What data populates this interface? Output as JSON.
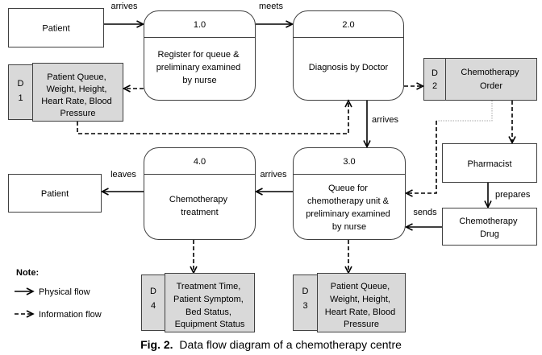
{
  "external_entities": {
    "patient_arrival": {
      "label": "Patient"
    },
    "patient_departure": {
      "label": "Patient"
    },
    "pharmacist": {
      "label": "Pharmacist"
    },
    "chemotherapy_drug": {
      "lines": [
        "Chemotherapy",
        "Drug"
      ]
    }
  },
  "processes": {
    "p1": {
      "id": "1.0",
      "lines": [
        "Register for queue &",
        "preliminary examined",
        "by nurse"
      ]
    },
    "p2": {
      "id": "2.0",
      "lines": [
        "Diagnosis by Doctor"
      ]
    },
    "p3": {
      "id": "3.0",
      "lines": [
        "Queue for",
        "chemotherapy unit &",
        "preliminary examined",
        "by nurse"
      ]
    },
    "p4": {
      "id": "4.0",
      "lines": [
        "Chemotherapy",
        "treatment"
      ]
    }
  },
  "data_stores": {
    "d1": {
      "letter": "D",
      "number": "1",
      "lines": [
        "Patient Queue,",
        "Weight, Height,",
        "Heart Rate, Blood",
        "Pressure"
      ]
    },
    "d2": {
      "letter": "D",
      "number": "2",
      "lines": [
        "Chemotherapy",
        "Order"
      ]
    },
    "d3": {
      "letter": "D",
      "number": "3",
      "lines": [
        "Patient Queue,",
        "Weight, Height,",
        "Heart Rate, Blood",
        "Pressure"
      ]
    },
    "d4": {
      "letter": "D",
      "number": "4",
      "lines": [
        "Treatment Time,",
        "Patient Symptom,",
        "Bed Status,",
        "Equipment Status"
      ]
    }
  },
  "flows": {
    "patient_to_p1": "arrives",
    "p1_to_p2": "meets",
    "p2_to_p3": "arrives",
    "p3_to_p4": "arrives",
    "p4_to_patient": "leaves",
    "pharmacist_to_drug": "prepares",
    "drug_to_p3": "sends"
  },
  "legend": {
    "title": "Note:",
    "physical_flow": "Physical flow",
    "information_flow": "Information flow"
  },
  "caption": {
    "label": "Fig. 2.",
    "text": "Data flow diagram of a chemotherapy centre"
  },
  "colors": {
    "data_store_fill": "#d9d9d9",
    "reference_line": "#a6a6a6"
  }
}
